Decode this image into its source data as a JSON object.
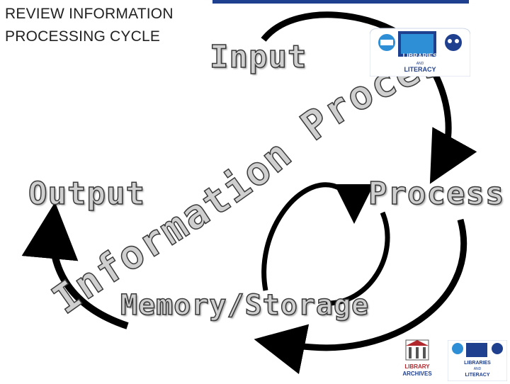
{
  "slide": {
    "title_line_1": "REVIEW INFORMATION",
    "title_line_2": "PROCESSING CYCLE"
  },
  "cycle": {
    "stages": {
      "input": "Input",
      "process": "Process",
      "memory": "Memory/Storage",
      "output": "Output"
    },
    "curved_title": "Information Processing Cycle"
  },
  "logos": {
    "top_right_line_1": "LIBRARIES",
    "top_right_line_2": "AND",
    "top_right_line_3": "LITERACY",
    "bottom_center_line_1": "LIBRARY",
    "bottom_center_line_2": "ARCHIVES",
    "bottom_right_line_1": "LIBRARIES",
    "bottom_right_line_2": "AND",
    "bottom_right_line_3": "LITERACY"
  },
  "colors": {
    "accent_blue": "#1f3f8f",
    "light_blue": "#2f8fd6",
    "archives_red": "#b0282e",
    "stage_fill": "#cfcfcf",
    "arrow": "#000000"
  }
}
